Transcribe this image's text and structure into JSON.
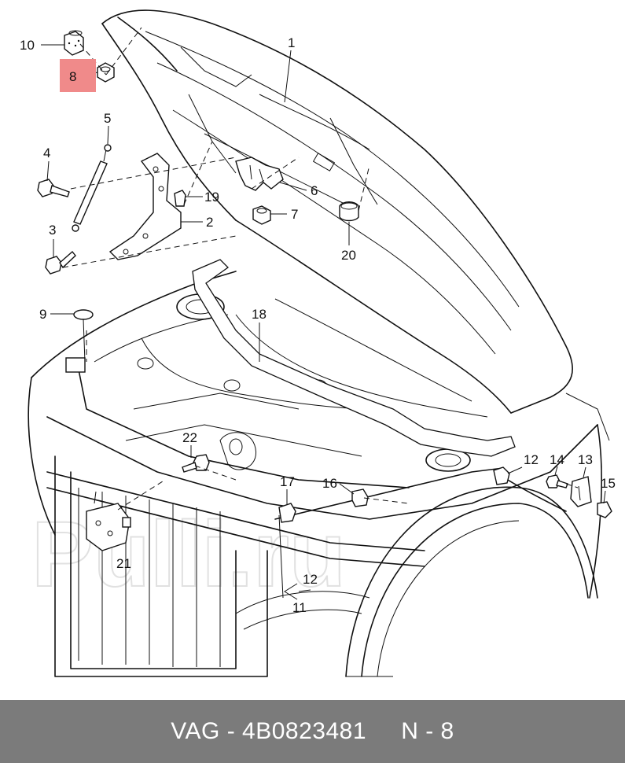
{
  "footer": {
    "brand": "VAG",
    "sep1": " - ",
    "part_number": "4B0823481",
    "gap": "     ",
    "position_label": "N - 8"
  },
  "watermark": {
    "text": "Pulli.ru"
  },
  "colors": {
    "highlight": "#f08a8a",
    "footer_bg": "#7b7b7b",
    "line": "#111111"
  },
  "callouts": {
    "c1": "1",
    "c2": "2",
    "c3": "3",
    "c4": "4",
    "c5": "5",
    "c6": "6",
    "c7": "7",
    "c8": "8",
    "c9": "9",
    "c10": "10",
    "c11": "11",
    "c12a": "12",
    "c12b": "12",
    "c13": "13",
    "c14": "14",
    "c15": "15",
    "c16": "16",
    "c17": "17",
    "c18": "18",
    "c19": "19",
    "c20": "20",
    "c21": "21",
    "c22": "22"
  },
  "highlighted_callout": "8"
}
